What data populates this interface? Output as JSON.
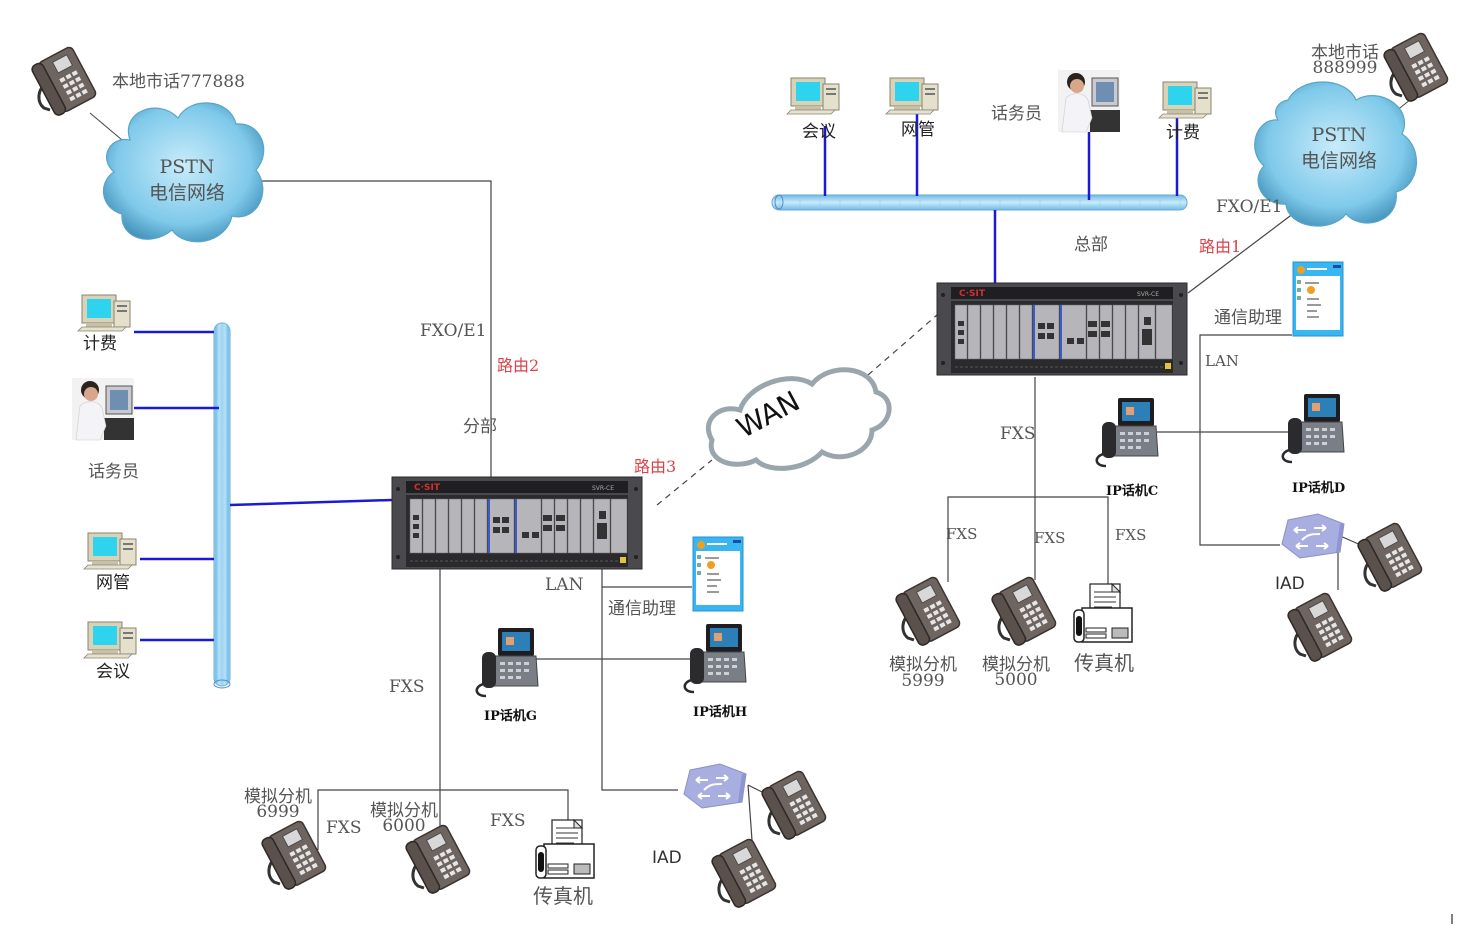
{
  "diagram": {
    "title": "IPPBX network topology",
    "colors": {
      "lan_link": "#1a1ad6",
      "line": "#444444",
      "route_label": "#d9434a",
      "cloud_fill": "#8fd0ec",
      "bus_fill": "#9fd4f2",
      "iad_fill": "#a8aee0"
    },
    "branch": {
      "name": "分部",
      "pstn": {
        "line1": "PSTN",
        "line2": "电信网络",
        "phone_label": "本地市话777888"
      },
      "trunk_label": "FXO/E1",
      "route_label": "路由2",
      "wan_route_label": "路由3",
      "lan_label": "LAN",
      "fxs_label": "FXS",
      "lan_clients": [
        {
          "label": "计费",
          "type": "pc"
        },
        {
          "label": "话务员",
          "type": "operator"
        },
        {
          "label": "网管",
          "type": "pc"
        },
        {
          "label": "会议",
          "type": "pc"
        }
      ],
      "comm_assistant": "通信助理",
      "ip_phones": [
        "IP话机G",
        "IP话机H"
      ],
      "analog_ext": [
        {
          "label": "模拟分机",
          "number": "6999"
        },
        {
          "label": "模拟分机",
          "number": "6000"
        }
      ],
      "fxs_sub_labels": [
        "FXS",
        "FXS"
      ],
      "fax": "传真机",
      "iad": "IAD"
    },
    "wan": {
      "label": "WAN"
    },
    "hq": {
      "name": "总部",
      "pstn": {
        "line1": "PSTN",
        "line2": "电信网络",
        "phone_label_1": "本地市话",
        "phone_label_2": "888999"
      },
      "trunk_label": "FXO/E1",
      "route_label": "路由1",
      "lan_label": "LAN",
      "fxs_label": "FXS",
      "lan_clients": [
        {
          "label": "会议",
          "type": "pc"
        },
        {
          "label": "网管",
          "type": "pc"
        },
        {
          "label": "话务员",
          "type": "operator"
        },
        {
          "label": "计费",
          "type": "pc"
        }
      ],
      "comm_assistant": "通信助理",
      "ip_phones": [
        "IP话机C",
        "IP话机D"
      ],
      "analog_ext": [
        {
          "label": "模拟分机",
          "number": "5999"
        },
        {
          "label": "模拟分机",
          "number": "5000"
        }
      ],
      "fxs_sub_labels": [
        "FXS",
        "FXS",
        "FXS"
      ],
      "fax": "传真机",
      "iad": "IAD"
    }
  }
}
